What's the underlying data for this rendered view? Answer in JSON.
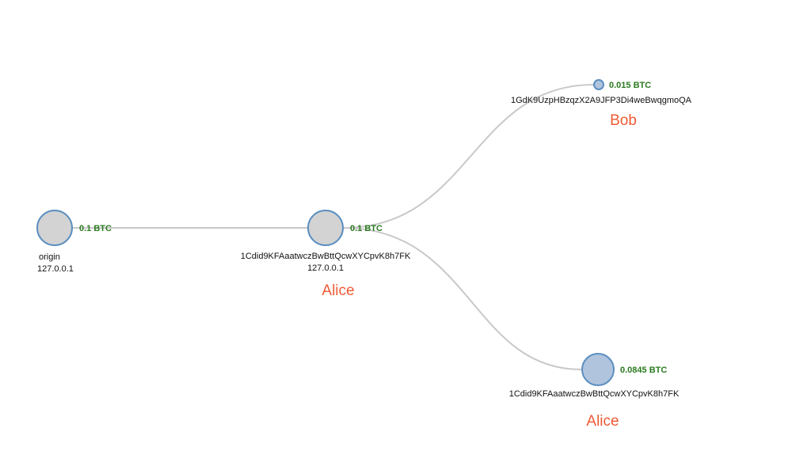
{
  "colors": {
    "link": "#c8c8c8",
    "node_stroke": "#5b8fc0",
    "node_fill_spent": "#d3d3d3",
    "node_fill_unspent": "#b0c4de",
    "amount_text": "#2a7a1f",
    "owner_text": "#ef5a34"
  },
  "nodes": [
    {
      "id": "origin",
      "amount": "0.1 BTC",
      "address": "origin",
      "ip": "127.0.0.1",
      "owner": "",
      "state": "spent",
      "value_btc": 0.1
    },
    {
      "id": "alice-1",
      "amount": "0.1 BTC",
      "address": "1Cdid9KFAaatwczBwBttQcwXYCpvK8h7FK",
      "ip": "127.0.0.1",
      "owner": "Alice",
      "state": "spent",
      "value_btc": 0.1
    },
    {
      "id": "bob",
      "amount": "0.015 BTC",
      "address": "1GdK9UzpHBzqzX2A9JFP3Di4weBwqgmoQA",
      "ip": "",
      "owner": "Bob",
      "state": "unspent",
      "value_btc": 0.015
    },
    {
      "id": "alice-2",
      "amount": "0.0845 BTC",
      "address": "1Cdid9KFAaatwczBwBttQcwXYCpvK8h7FK",
      "ip": "",
      "owner": "Alice",
      "state": "unspent",
      "value_btc": 0.0845
    }
  ],
  "links": [
    {
      "from": "origin",
      "to": "alice-1"
    },
    {
      "from": "alice-1",
      "to": "bob"
    },
    {
      "from": "alice-1",
      "to": "alice-2"
    }
  ]
}
